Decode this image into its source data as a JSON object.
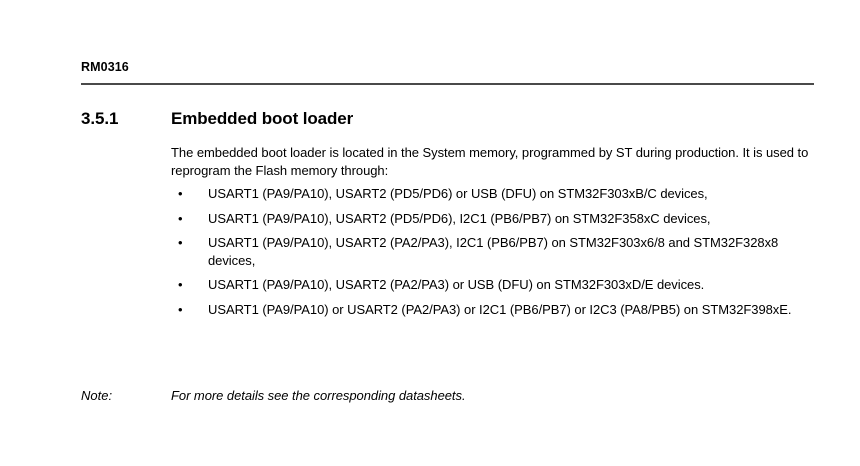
{
  "header": {
    "doc_id": "RM0316"
  },
  "section": {
    "number": "3.5.1",
    "title": "Embedded boot loader"
  },
  "body": {
    "intro": "The embedded boot loader is located in the System memory, programmed by ST during production. It is used to reprogram the Flash memory through:",
    "bullet_glyph": "•",
    "bullets": [
      "USART1 (PA9/PA10), USART2 (PD5/PD6) or USB (DFU) on STM32F303xB/C devices,",
      "USART1 (PA9/PA10), USART2 (PD5/PD6), I2C1 (PB6/PB7) on STM32F358xC devices,",
      "USART1 (PA9/PA10), USART2 (PA2/PA3), I2C1 (PB6/PB7) on STM32F303x6/8 and STM32F328x8 devices,",
      "USART1 (PA9/PA10), USART2 (PA2/PA3) or USB (DFU) on STM32F303xD/E devices.",
      "USART1 (PA9/PA10) or USART2 (PA2/PA3) or I2C1 (PB6/PB7) or I2C3 (PA8/PB5) on STM32F398xE."
    ]
  },
  "note": {
    "label": "Note:",
    "text": "For more details see the corresponding datasheets."
  }
}
